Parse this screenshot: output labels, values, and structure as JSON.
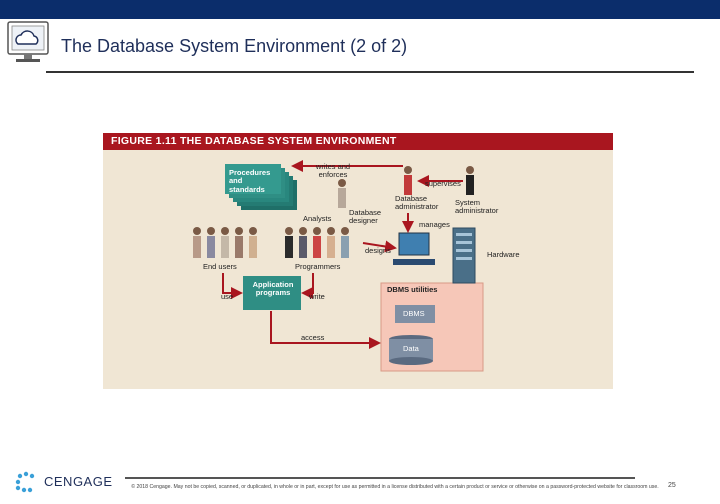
{
  "slide": {
    "title": "The Database System Environment (2 of 2)",
    "page_number": "25",
    "brand": "CENGAGE",
    "copyright": "© 2018 Cengage. May not be copied, scanned, or duplicated, in whole or in part, except for use as permitted in a license distributed with a certain product or service or otherwise on a password-protected website for classroom use."
  },
  "figure": {
    "title": "FIGURE 1.11  THE DATABASE SYSTEM ENVIRONMENT",
    "labels": {
      "procedures": "Procedures and standards",
      "writes_enforces": "writes and enforces",
      "supervises": "supervises",
      "dba": "Database administrator",
      "sysadmin": "System administrator",
      "manages": "manages",
      "analysts": "Analysts",
      "db_designer": "Database designer",
      "designs": "designs",
      "hardware": "Hardware",
      "end_users": "End users",
      "programmers": "Programmers",
      "app_programs": "Application programs",
      "use": "use",
      "write": "write",
      "dbms_utilities": "DBMS utilities",
      "dbms": "DBMS",
      "data": "Data",
      "access": "access"
    }
  },
  "colors": {
    "header_bar": "#0b2d6b",
    "figure_header": "#a9161f",
    "figure_bg": "#f0e6d4",
    "teal_box": "#2f8e84",
    "arrow_red": "#a9161f"
  }
}
